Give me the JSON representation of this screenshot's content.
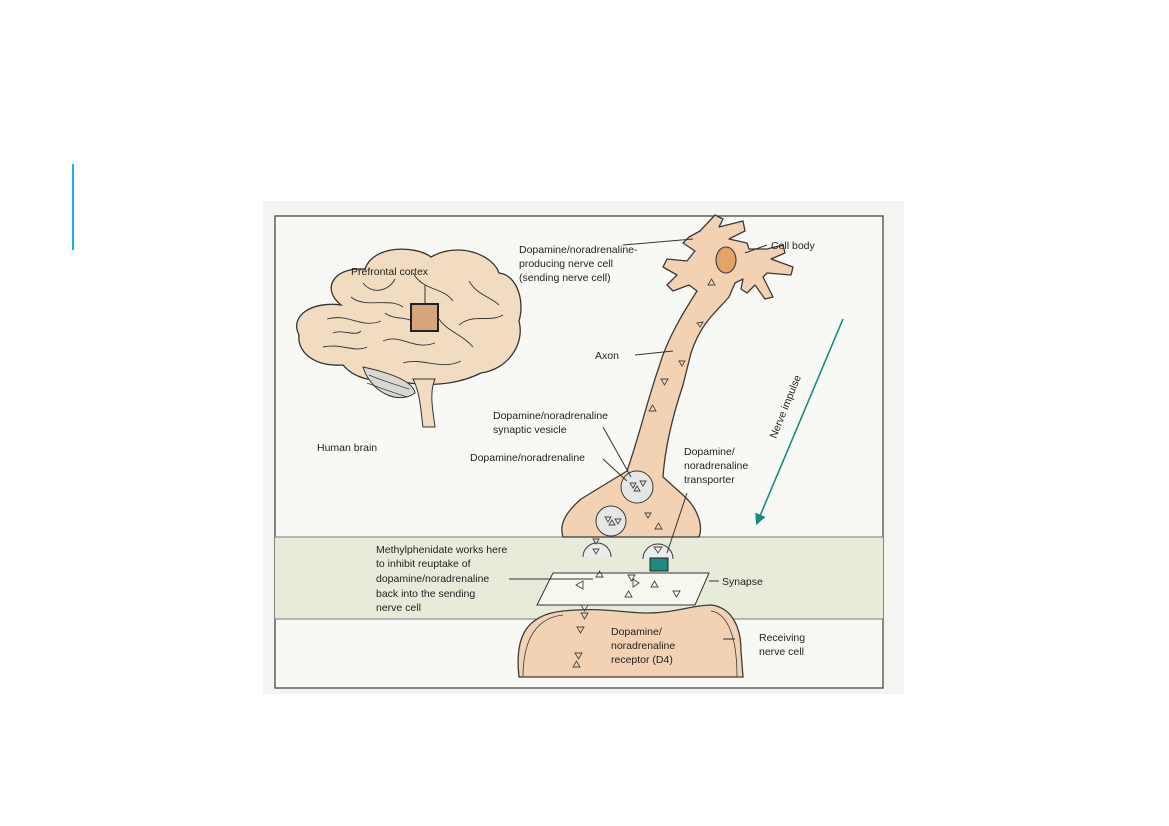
{
  "colors": {
    "background": "#ffffff",
    "accent_bar": "#16b3e8",
    "panel": "#f4f4f1",
    "synapse_band": "#e6ecd9",
    "neuron_fill": "#f2d2b2",
    "neuron_stroke": "#3a3a3a",
    "brain_fill": "#f1dcc1",
    "cortex_fill": "#d6a57b",
    "cell_body_nucleus": "#e4a468",
    "transporter": "#1d8a7c",
    "impulse_arrow": "#1d8a7c"
  },
  "diagram": {
    "labels": {
      "prefrontal_cortex": "Prefrontal cortex",
      "human_brain": "Human brain",
      "producing_cell": [
        "Dopamine/noradrenaline-",
        "producing nerve cell",
        "(sending nerve cell)"
      ],
      "cell_body": "Cell body",
      "axon": "Axon",
      "nerve_impulse": "Nerve impulse",
      "synaptic_vesicle": [
        "Dopamine/noradrenaline",
        "synaptic vesicle"
      ],
      "dopamine": "Dopamine/noradrenaline",
      "transporter": [
        "Dopamine/",
        "noradrenaline",
        "transporter"
      ],
      "methylphenidate": [
        "Methylphenidate works here",
        "to inhibit reuptake of",
        "dopamine/noradrenaline",
        "back into the sending",
        "nerve cell"
      ],
      "synapse": "Synapse",
      "receptor": [
        "Dopamine/",
        "noradrenaline",
        "receptor (D4)"
      ],
      "receiving_cell": [
        "Receiving",
        "nerve cell"
      ]
    }
  }
}
